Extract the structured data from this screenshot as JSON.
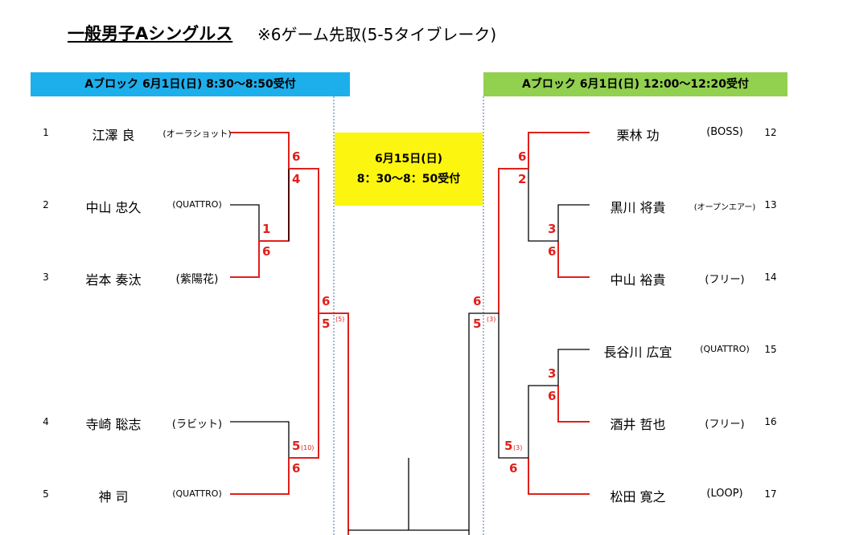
{
  "title": "一般男子Aシングルス",
  "subtitle": "※6ゲーム先取(5-5タイブレーク)",
  "left_block": {
    "header": "Aブロック 6月1日(日) 8:30〜8:50受付",
    "color": "#1dafec"
  },
  "right_block": {
    "header": "Aブロック 6月1日(日) 12:00〜12:20受付",
    "color": "#92d050"
  },
  "center": {
    "line1": "6月15日(日)",
    "line2": "8：30〜8：50受付",
    "color": "#fcf50f"
  },
  "left_players": [
    {
      "num": "1",
      "name": "江澤 良",
      "club": "(オーラショット)"
    },
    {
      "num": "2",
      "name": "中山 忠久",
      "club": "(QUATTRO)"
    },
    {
      "num": "3",
      "name": "岩本 奏汰",
      "club": "(紫陽花)"
    },
    {
      "num": "4",
      "name": "寺崎 聡志",
      "club": "(ラビット)"
    },
    {
      "num": "5",
      "name": "神 司",
      "club": "(QUATTRO)"
    }
  ],
  "right_players": [
    {
      "num": "12",
      "name": "栗林 功",
      "club": "(BOSS)"
    },
    {
      "num": "13",
      "name": "黒川 将貴",
      "club": "(オープンエアー)"
    },
    {
      "num": "14",
      "name": "中山 裕貴",
      "club": "(フリー)"
    },
    {
      "num": "15",
      "name": "長谷川 広宜",
      "club": "(QUATTRO)"
    },
    {
      "num": "16",
      "name": "酒井 哲也",
      "club": "(フリー)"
    },
    {
      "num": "17",
      "name": "松田 寛之",
      "club": "(LOOP)"
    }
  ],
  "scores": {
    "l_r2_top": "6",
    "l_r2_bot": "4",
    "l_r1_top": "1",
    "l_r1_bot": "6",
    "l_sf_top": "6",
    "l_sf_bot": "5",
    "l_sf_tb": "(5)",
    "l_r2b_top": "5",
    "l_r2b_tb": "(10)",
    "l_r2b_bot": "6",
    "r_r2_top": "6",
    "r_r2_bot": "2",
    "r_r1_top": "3",
    "r_r1_bot": "6",
    "r_sf_top": "6",
    "r_sf_bot": "5",
    "r_sf_tb": "(3)",
    "r_r1b_top": "3",
    "r_r1b_bot": "6",
    "r_r2b_top": "5",
    "r_r2b_tb": "(3)",
    "r_r2b_bot": "6"
  },
  "colors": {
    "win_line": "#e0201b",
    "score": "#e0201b",
    "line": "#000000"
  }
}
